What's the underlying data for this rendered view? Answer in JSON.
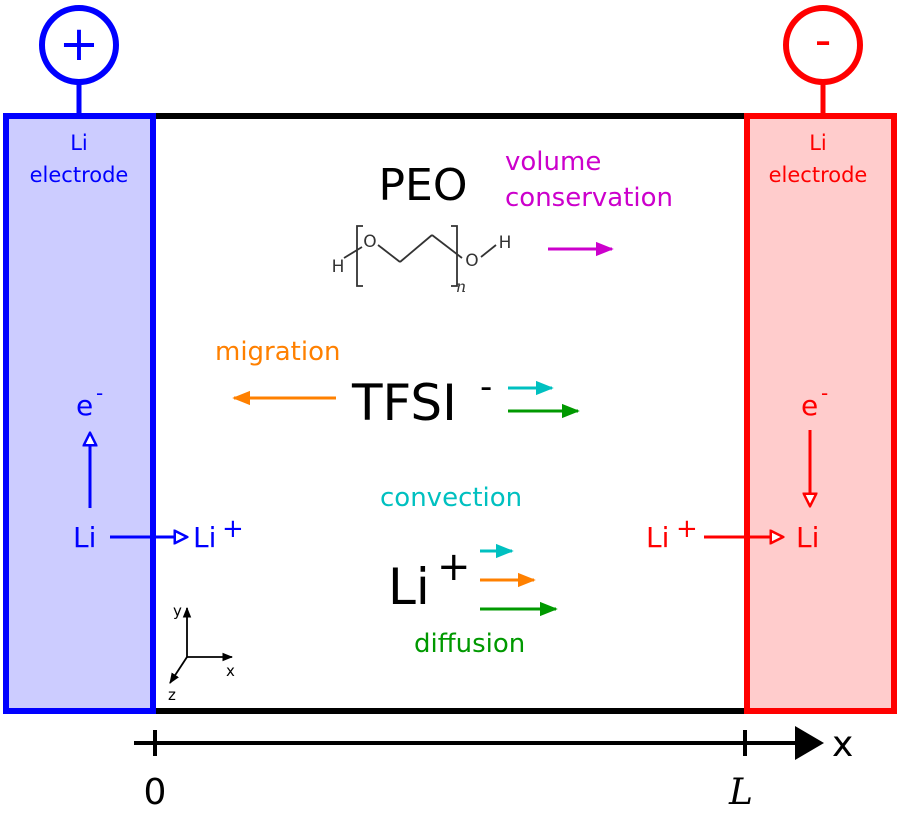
{
  "terminals": {
    "positive": "+",
    "negative": "-"
  },
  "electrodes": {
    "left": {
      "line1": "Li",
      "line2": "electrode"
    },
    "right": {
      "line1": "Li",
      "line2": "electrode"
    }
  },
  "polymer": {
    "name": "PEO",
    "formula": {
      "h_left": "H",
      "o_left": "O",
      "o_right": "O",
      "h_right": "H",
      "n": "n"
    }
  },
  "labels": {
    "volume_line1": "volume",
    "volume_line2": "conservation",
    "migration": "migration",
    "convection": "convection",
    "diffusion": "diffusion"
  },
  "species": {
    "anion_base": "TFSI",
    "anion_charge": "-",
    "cation_base": "Li",
    "cation_charge": "+"
  },
  "left_reaction": {
    "electron_base": "e",
    "electron_charge": "-",
    "metal": "Li",
    "ion_base": "Li",
    "ion_charge": "+"
  },
  "right_reaction": {
    "electron_base": "e",
    "electron_charge": "-",
    "metal": "Li",
    "ion_base": "Li",
    "ion_charge": "+"
  },
  "axes3d": {
    "y": "y",
    "x": "x",
    "z": "z"
  },
  "x_axis": {
    "label": "x",
    "tick0": "0",
    "tickL": "L"
  },
  "colors": {
    "positive": "#0000ff",
    "positive_fill": "#ccccff",
    "negative": "#ff0000",
    "negative_fill": "#ffcccc",
    "volume": "#cc00cc",
    "migration": "#ff8000",
    "convection": "#00c0c0",
    "diffusion": "#009900"
  }
}
